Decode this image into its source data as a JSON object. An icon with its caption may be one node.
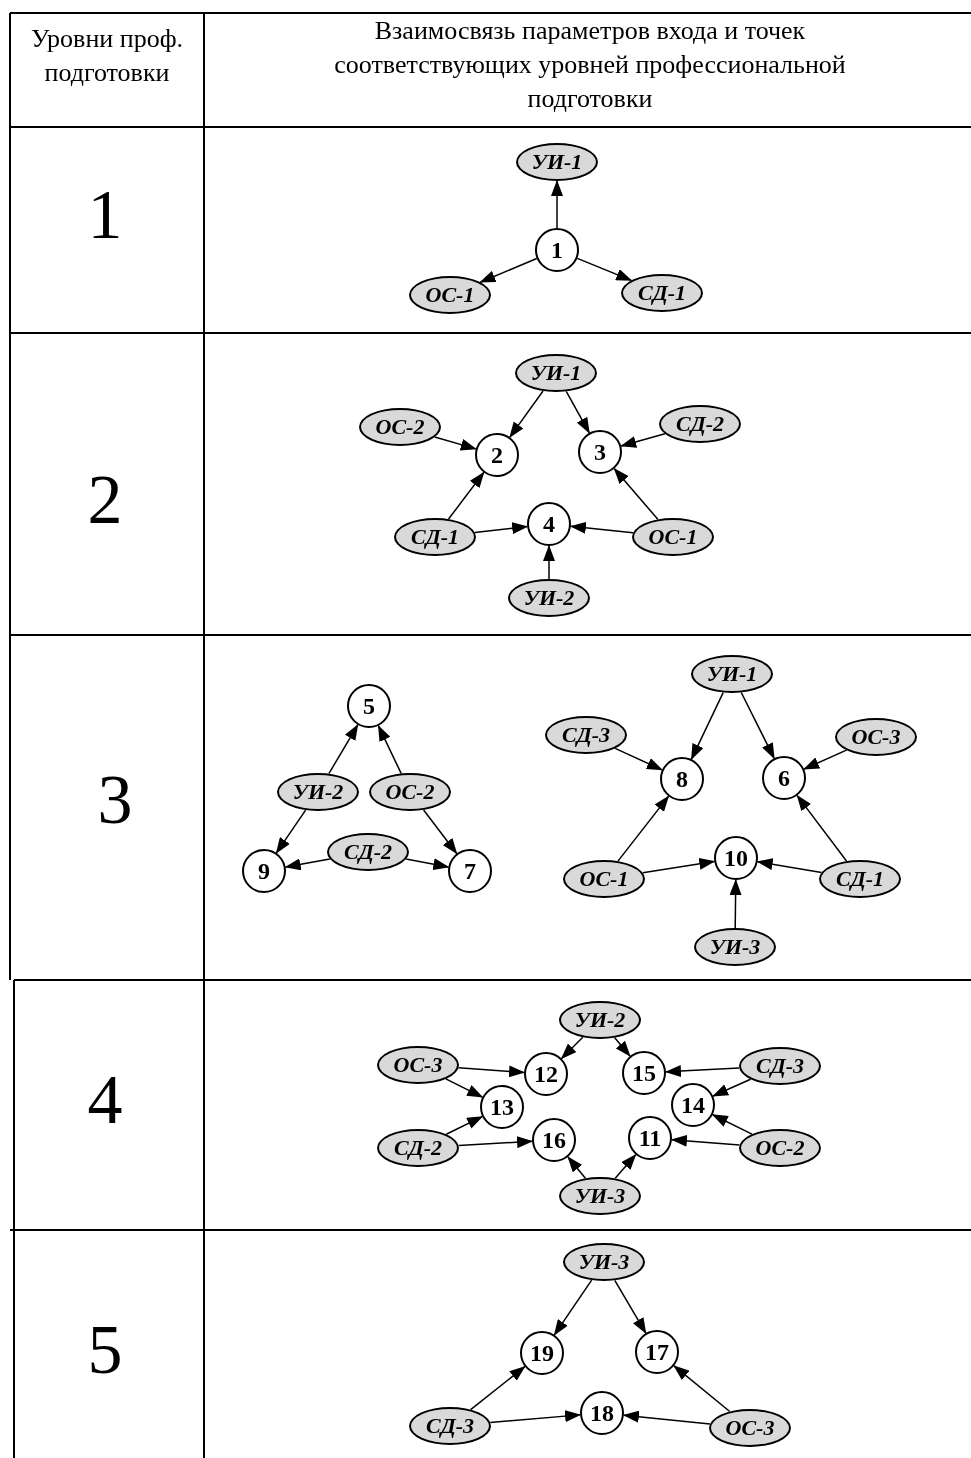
{
  "diagram": {
    "nodes": [
      {
        "text": [
          "УИ-1"
        ]
      },
      {
        "text": [
          "1"
        ]
      },
      {
        "text": [
          "ОС-1"
        ]
      },
      {
        "text": [
          "СД-1"
        ]
      },
      {
        "text": [
          "УИ-1"
        ]
      },
      {
        "text": [
          "ОС-2"
        ]
      },
      {
        "text": [
          "СД-2"
        ]
      },
      {
        "text": [
          "2"
        ]
      },
      {
        "text": [
          "3"
        ]
      },
      {
        "text": [
          "СД-1"
        ]
      },
      {
        "text": [
          "4"
        ]
      },
      {
        "text": [
          "ОС-1"
        ]
      },
      {
        "text": [
          "УИ-2"
        ]
      },
      {
        "text": [
          "5"
        ]
      },
      {
        "text": [
          "УИ-2"
        ]
      },
      {
        "text": [
          "ОС-2"
        ]
      },
      {
        "text": [
          "9"
        ]
      },
      {
        "text": [
          "СД-2"
        ]
      },
      {
        "text": [
          "7"
        ]
      },
      {
        "text": [
          "УИ-1"
        ]
      },
      {
        "text": [
          "СД-3"
        ]
      },
      {
        "text": [
          "ОС-3"
        ]
      },
      {
        "text": [
          "8"
        ]
      },
      {
        "text": [
          "6"
        ]
      },
      {
        "text": [
          "ОС-1"
        ]
      },
      {
        "text": [
          "10"
        ]
      },
      {
        "text": [
          "СД-1"
        ]
      },
      {
        "text": [
          "УИ-3"
        ]
      },
      {
        "text": [
          "УИ-2"
        ]
      },
      {
        "text": [
          "ОС-3"
        ]
      },
      {
        "text": [
          "12"
        ]
      },
      {
        "text": [
          "15"
        ]
      },
      {
        "text": [
          "СД-3"
        ]
      },
      {
        "text": [
          "13"
        ]
      },
      {
        "text": [
          "14"
        ]
      },
      {
        "text": [
          "СД-2"
        ]
      },
      {
        "text": [
          "16"
        ]
      },
      {
        "text": [
          "11"
        ]
      },
      {
        "text": [
          "ОС-2"
        ]
      },
      {
        "text": [
          "УИ-3"
        ]
      },
      {
        "text": [
          "УИ-3"
        ]
      },
      {
        "text": [
          "19"
        ]
      },
      {
        "text": [
          "17"
        ]
      },
      {
        "text": [
          "СД-3"
        ]
      },
      {
        "text": [
          "18"
        ]
      },
      {
        "text": [
          "ОС-3"
        ]
      }
    ],
    "edges": [
      {
        "from": 1,
        "to": 0,
        "arrow": "to"
      },
      {
        "from": 1,
        "to": 2,
        "arrow": "to"
      },
      {
        "from": 1,
        "to": 3,
        "arrow": "to"
      },
      {
        "from": 4,
        "to": 7,
        "arrow": "to"
      },
      {
        "from": 4,
        "to": 8,
        "arrow": "to"
      },
      {
        "from": 5,
        "to": 7,
        "arrow": "to"
      },
      {
        "from": 6,
        "to": 8,
        "arrow": "to"
      },
      {
        "from": 9,
        "to": 7,
        "arrow": "to"
      },
      {
        "from": 9,
        "to": 10,
        "arrow": "to"
      },
      {
        "from": 11,
        "to": 10,
        "arrow": "to"
      },
      {
        "from": 11,
        "to": 8,
        "arrow": "to"
      },
      {
        "from": 12,
        "to": 10,
        "arrow": "to"
      },
      {
        "from": 14,
        "to": 13,
        "arrow": "to"
      },
      {
        "from": 15,
        "to": 13,
        "arrow": "to"
      },
      {
        "from": 14,
        "to": 16,
        "arrow": "to"
      },
      {
        "from": 15,
        "to": 18,
        "arrow": "to"
      },
      {
        "from": 17,
        "to": 16,
        "arrow": "to"
      },
      {
        "from": 17,
        "to": 18,
        "arrow": "to"
      },
      {
        "from": 19,
        "to": 22,
        "arrow": "to"
      },
      {
        "from": 19,
        "to": 23,
        "arrow": "to"
      },
      {
        "from": 20,
        "to": 22,
        "arrow": "to"
      },
      {
        "from": 21,
        "to": 23,
        "arrow": "to"
      },
      {
        "from": 24,
        "to": 22,
        "arrow": "to"
      },
      {
        "from": 24,
        "to": 25,
        "arrow": "to"
      },
      {
        "from": 26,
        "to": 25,
        "arrow": "to"
      },
      {
        "from": 26,
        "to": 23,
        "arrow": "to"
      },
      {
        "from": 27,
        "to": 25,
        "arrow": "to"
      },
      {
        "from": 28,
        "to": 30,
        "arrow": "to"
      },
      {
        "from": 28,
        "to": 31,
        "arrow": "to"
      },
      {
        "from": 29,
        "to": 30,
        "arrow": "to"
      },
      {
        "from": 29,
        "to": 33,
        "arrow": "to"
      },
      {
        "from": 32,
        "to": 31,
        "arrow": "to"
      },
      {
        "from": 32,
        "to": 34,
        "arrow": "to"
      },
      {
        "from": 35,
        "to": 33,
        "arrow": "to"
      },
      {
        "from": 35,
        "to": 36,
        "arrow": "to"
      },
      {
        "from": 38,
        "to": 34,
        "arrow": "to"
      },
      {
        "from": 38,
        "to": 37,
        "arrow": "to"
      },
      {
        "from": 39,
        "to": 36,
        "arrow": "to"
      },
      {
        "from": 39,
        "to": 37,
        "arrow": "to"
      },
      {
        "from": 40,
        "to": 41,
        "arrow": "to"
      },
      {
        "from": 40,
        "to": 42,
        "arrow": "to"
      },
      {
        "from": 43,
        "to": 41,
        "arrow": "to"
      },
      {
        "from": 43,
        "to": 44,
        "arrow": "to"
      },
      {
        "from": 45,
        "to": 44,
        "arrow": "to"
      },
      {
        "from": 45,
        "to": 42,
        "arrow": "to"
      }
    ],
    "labels": [
      "Уровни проф. подготовки",
      "Взаимосвязь параметров входа и точек соответствующих уровней профессиональной подготовки",
      "1",
      "2",
      "3",
      "4",
      "5"
    ]
  }
}
